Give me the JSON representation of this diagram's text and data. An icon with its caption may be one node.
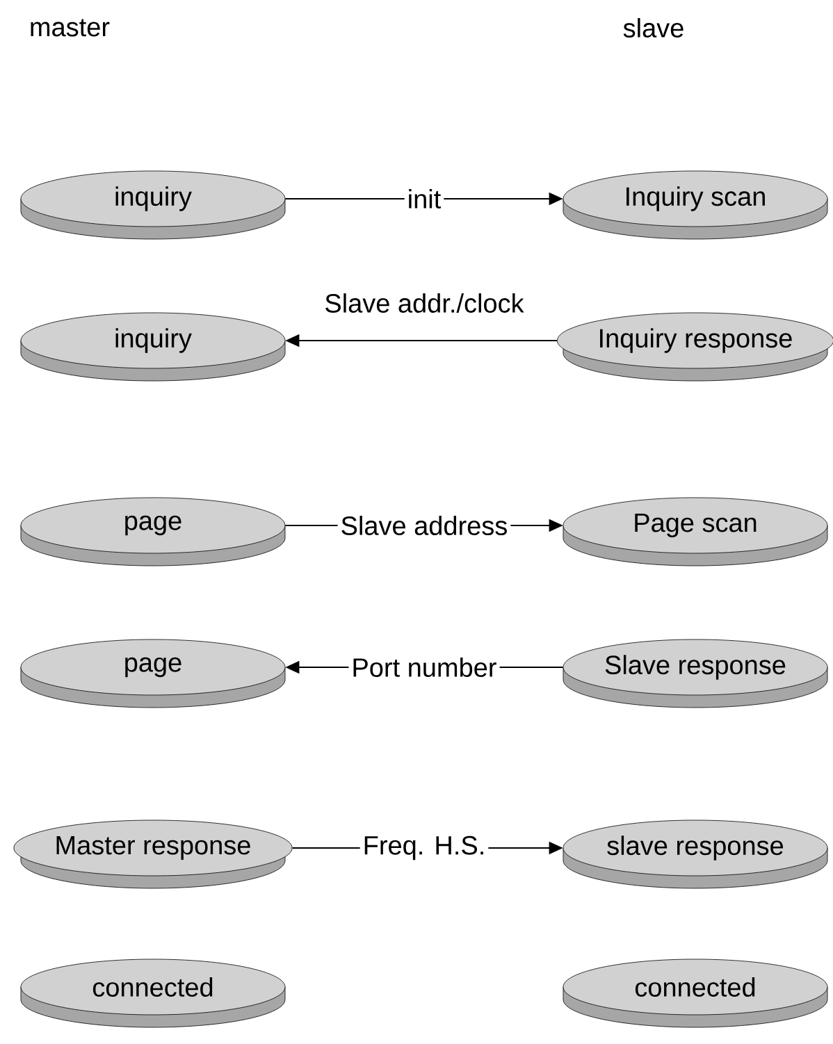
{
  "diagram": {
    "nodes": [
      {
        "text": [
          "inquiry"
        ]
      },
      {
        "text": [
          "Inquiry scan"
        ]
      },
      {
        "text": [
          "inquiry"
        ]
      },
      {
        "text": [
          "Inquiry response"
        ]
      },
      {
        "text": [
          "page"
        ]
      },
      {
        "text": [
          "Page scan"
        ]
      },
      {
        "text": [
          "page"
        ]
      },
      {
        "text": [
          "Slave response"
        ]
      },
      {
        "text": [
          "Master response"
        ]
      },
      {
        "text": [
          "slave response"
        ]
      },
      {
        "text": [
          "connected"
        ]
      },
      {
        "text": [
          "connected"
        ]
      }
    ],
    "edges": [
      {
        "from": 0,
        "to": 1,
        "arrow": "to",
        "label": "init"
      },
      {
        "from": 3,
        "to": 2,
        "arrow": "to",
        "label": "Slave addr./clock"
      },
      {
        "from": 4,
        "to": 5,
        "arrow": "to",
        "label": "Slave address"
      },
      {
        "from": 7,
        "to": 6,
        "arrow": "to",
        "label": "Port number"
      },
      {
        "from": 8,
        "to": 9,
        "arrow": "to",
        "label": "Freq. H.S."
      }
    ],
    "labels": [
      "master",
      "slave"
    ]
  }
}
